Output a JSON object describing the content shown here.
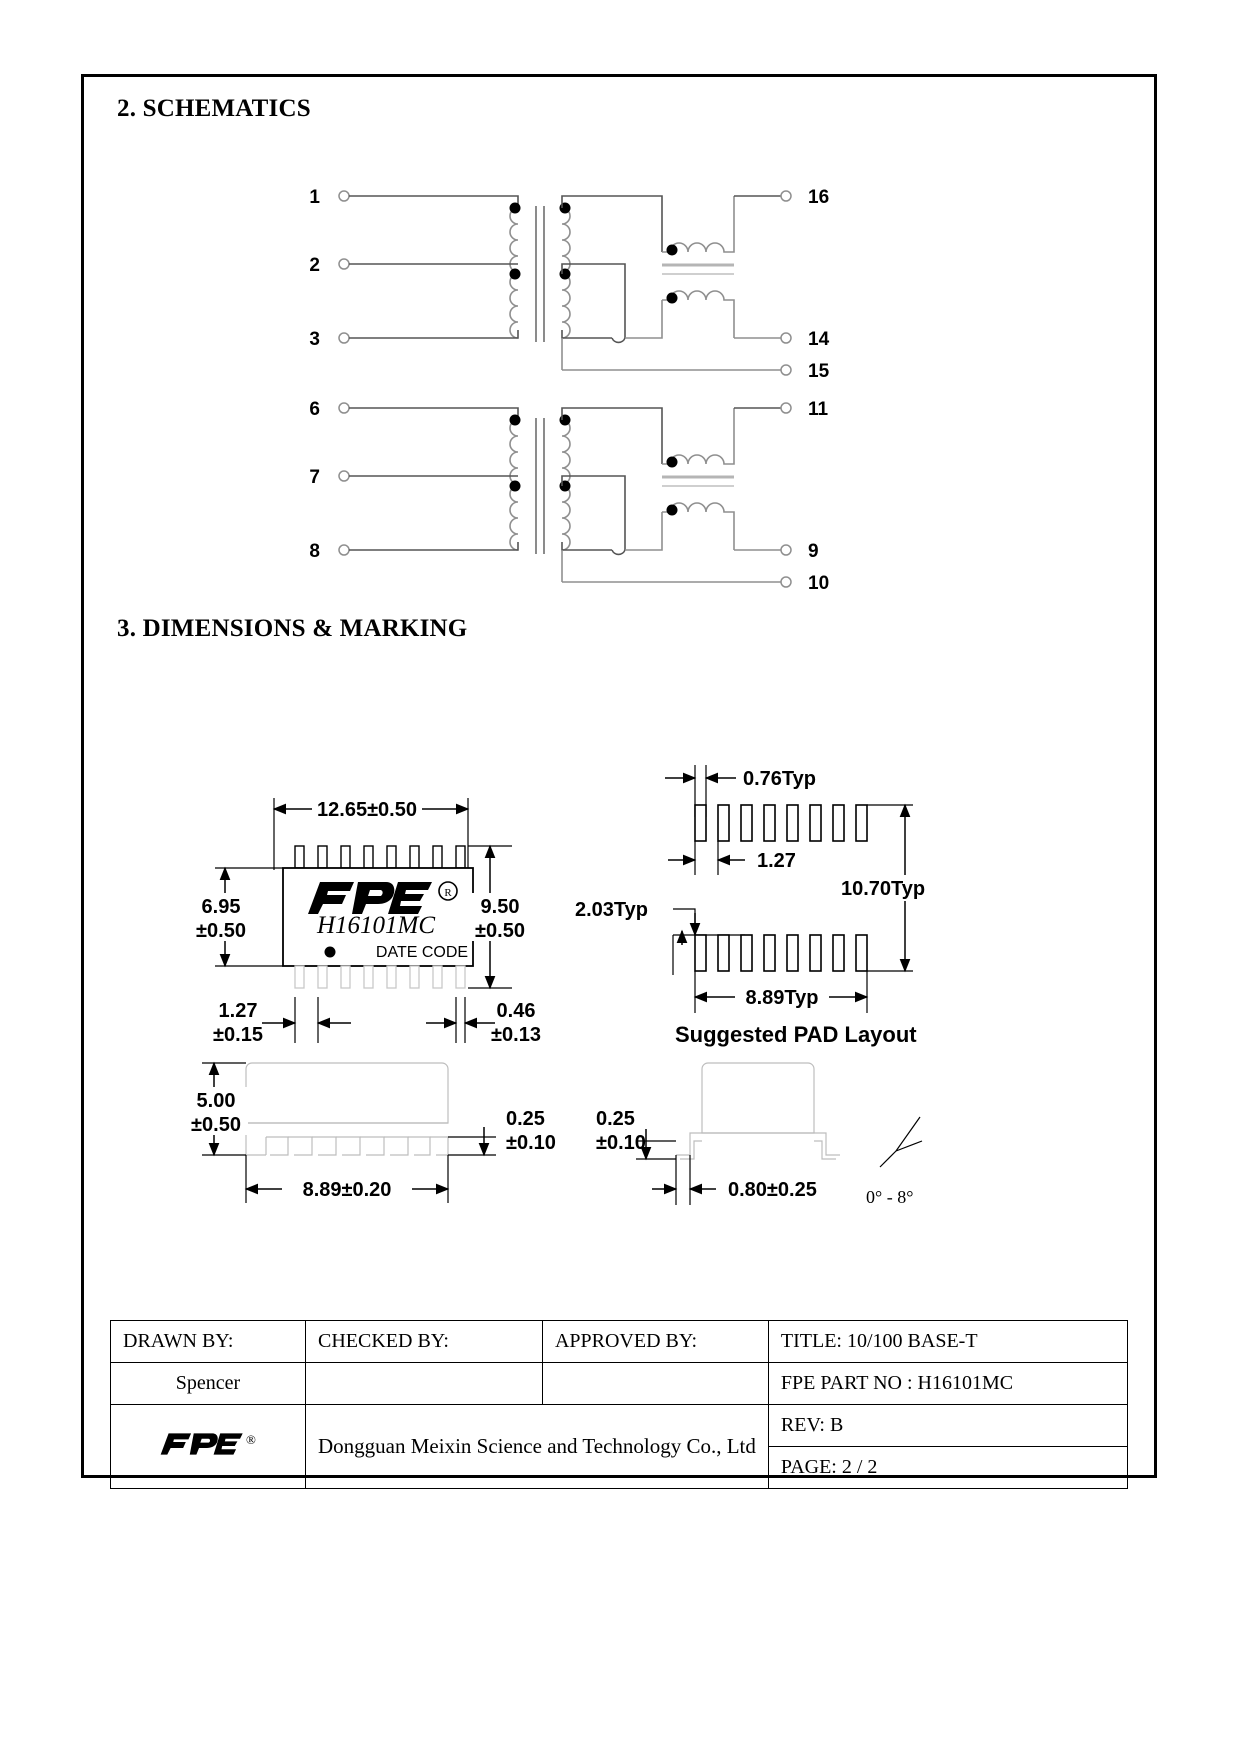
{
  "document": {
    "section2_title": "2. SCHEMATICS",
    "section3_title": "3. DIMENSIONS & MARKING"
  },
  "schematic": {
    "left_pins_top": [
      "1",
      "2",
      "3"
    ],
    "left_pins_bottom": [
      "6",
      "7",
      "8"
    ],
    "right_pins_top": [
      "16",
      "14",
      "15"
    ],
    "right_pins_bottom": [
      "11",
      "9",
      "10"
    ]
  },
  "package": {
    "brand": "FPE",
    "registered": "®",
    "part_marking": "H16101MC",
    "date_code": "DATE CODE",
    "dim_width": "12.65±0.50",
    "dim_height_left": "6.95",
    "dim_height_left_tol": "±0.50",
    "dim_height_right": "9.50",
    "dim_height_right_tol": "±0.50",
    "dim_pitch": "1.27",
    "dim_pitch_tol": "±0.15",
    "dim_leadwidth": "0.46",
    "dim_leadwidth_tol": "±0.13"
  },
  "pad_layout": {
    "title": "Suggested PAD Layout",
    "pad_width": "0.76Typ",
    "pitch": "1.27",
    "row_gap": "2.03Typ",
    "overall_height": "10.70Typ",
    "span": "8.89Typ"
  },
  "side_views": {
    "height": "5.00",
    "height_tol": "±0.50",
    "standoff": "0.25",
    "standoff_tol": "±0.10",
    "lead_span": "8.89±0.20",
    "standoff_right": "0.25",
    "standoff_right_tol": "±0.10",
    "foot_length": "0.80±0.25",
    "lead_angle": "0° - 8°"
  },
  "title_block": {
    "drawn_by_label": "DRAWN BY:",
    "checked_by_label": "CHECKED BY:",
    "approved_by_label": "APPROVED BY:",
    "title_label": "TITLE: 10/100 BASE-T",
    "drawn_by_value": "Spencer",
    "checked_by_value": "",
    "approved_by_value": "",
    "part_no_label": "FPE PART NO : H16101MC",
    "company": "Dongguan Meixin Science and Technology Co., Ltd",
    "revision": "REV: B",
    "page": "PAGE: 2 / 2",
    "logo_text": "FPE"
  }
}
